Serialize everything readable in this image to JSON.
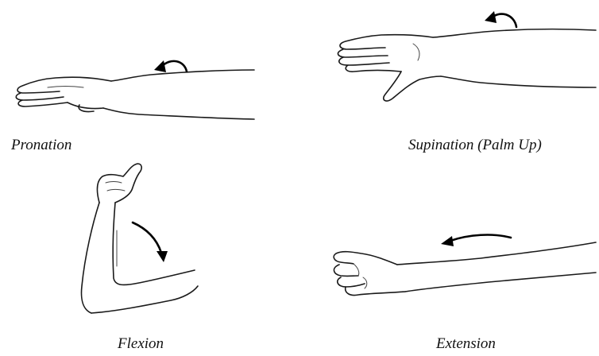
{
  "figures": [
    {
      "id": "pronation",
      "caption": "Pronation",
      "icon": "forearm-palm-down-rotation-arrow"
    },
    {
      "id": "supination",
      "caption": "Supination (Palm Up)",
      "icon": "forearm-palm-up-rotation-arrow"
    },
    {
      "id": "flexion",
      "caption": "Flexion",
      "icon": "elbow-flexed-downward-arrow"
    },
    {
      "id": "extension",
      "caption": "Extension",
      "icon": "arm-extended-leftward-arrow"
    }
  ],
  "colors": {
    "line": "#1a1a1a",
    "arrow": "#000000",
    "background": "#ffffff"
  }
}
